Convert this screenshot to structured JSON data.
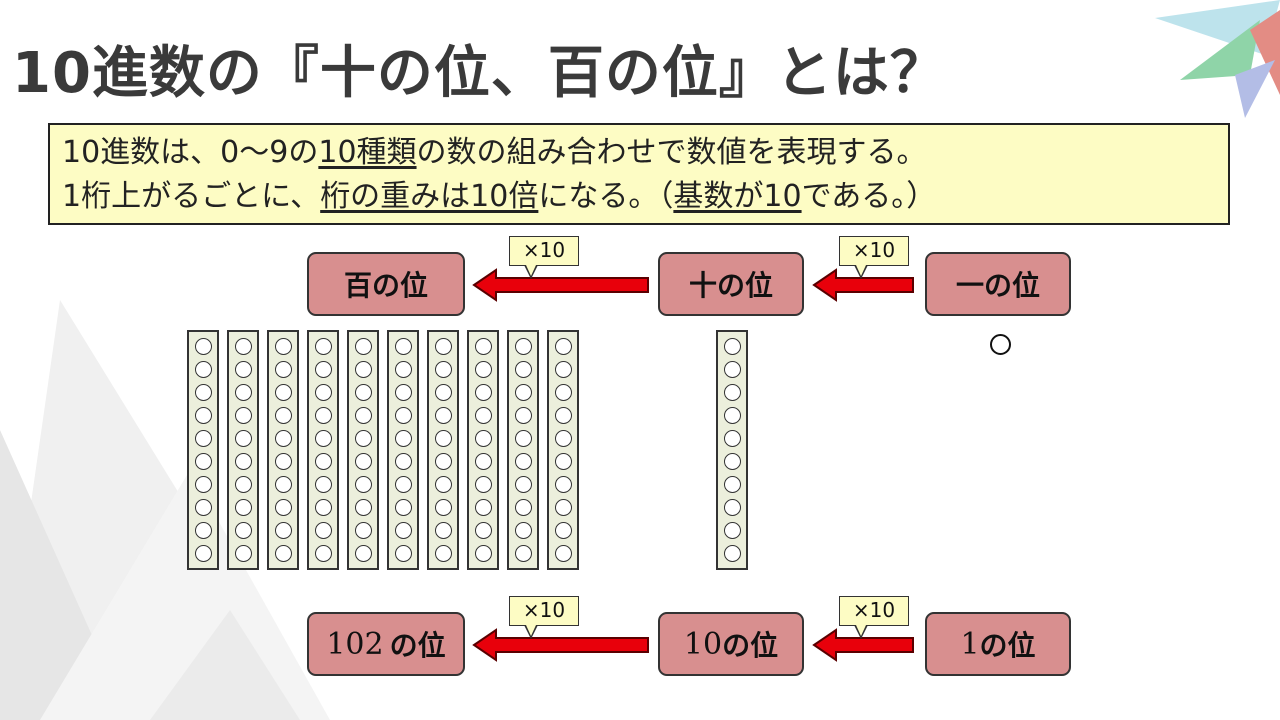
{
  "title": "10進数の『十の位、百の位』とは？",
  "summary": {
    "line1": [
      {
        "text": "10進数は、0～9の",
        "u": false
      },
      {
        "text": "10種類",
        "u": true
      },
      {
        "text": "の数の組み合わせで数値を表現する。",
        "u": false
      }
    ],
    "line2": [
      {
        "text": "1桁上がるごとに、",
        "u": false
      },
      {
        "text": "桁の重みは10倍",
        "u": true
      },
      {
        "text": "になる。（",
        "u": false
      },
      {
        "text": "基数が10",
        "u": true
      },
      {
        "text": "である。）",
        "u": false
      }
    ]
  },
  "places_top": {
    "hundreds": "百の位",
    "tens": "十の位",
    "ones": "一の位"
  },
  "places_bottom": {
    "hundreds_base": "10",
    "hundreds_exp": "2",
    "hundreds_suffix": "の位",
    "tens_num": "10",
    "tens_suffix": "の位",
    "ones_num": "1",
    "ones_suffix": "の位"
  },
  "multiplier": "×10",
  "beads": {
    "hundreds_rods": 10,
    "beads_per_rod": 10,
    "tens_rods": 1,
    "ones_beads": 1
  },
  "colors": {
    "place_box": "#d88f8f",
    "arrow": "#e8000b",
    "callout": "#fdfcc4",
    "summary_bg": "#fdfcc4",
    "rod": "#ecefdc"
  }
}
